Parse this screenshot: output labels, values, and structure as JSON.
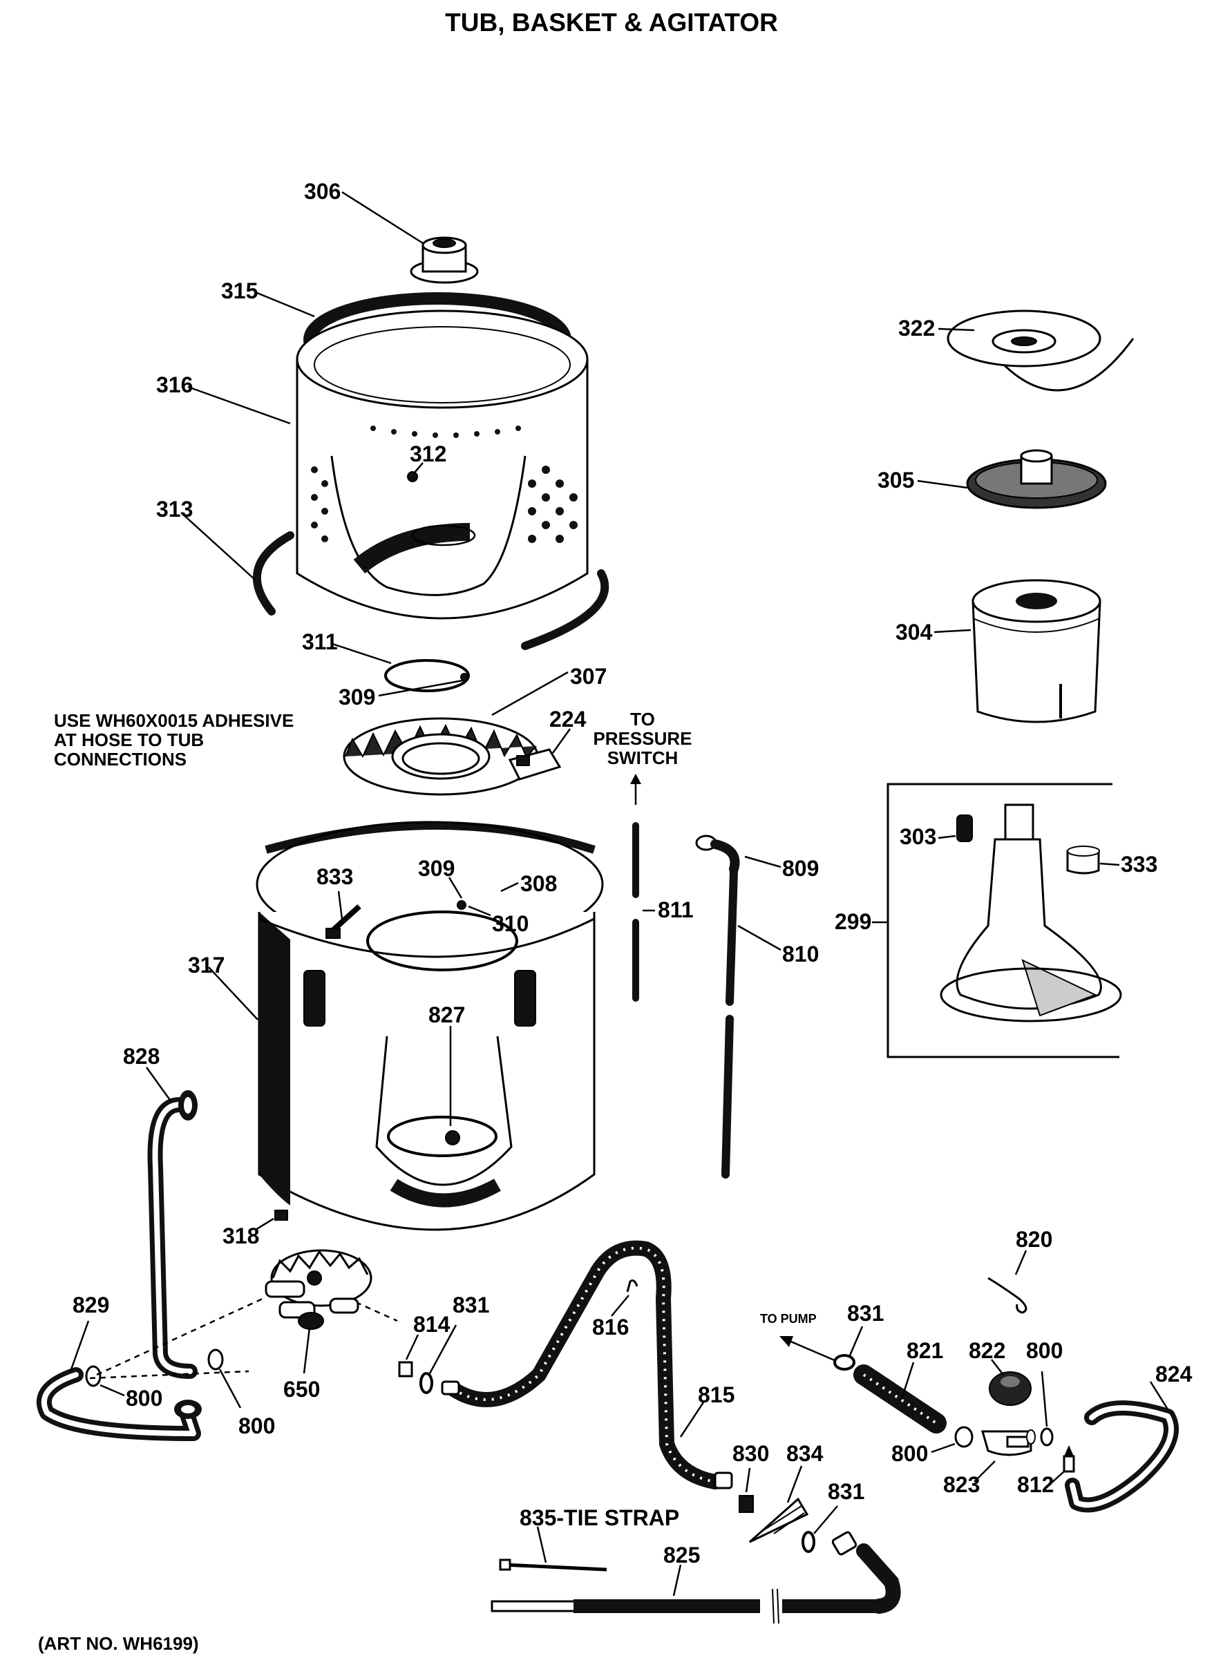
{
  "title": "TUB, BASKET & AGITATOR",
  "art_no": "(ART NO. WH6199)",
  "note_adhesive": [
    "USE WH60X0015 ADHESIVE",
    "AT HOSE TO TUB",
    "CONNECTIONS"
  ],
  "note_pressure": [
    "TO",
    "PRESSURE",
    "SWITCH"
  ],
  "note_pump": "TO PUMP",
  "labels": {
    "p306": "306",
    "p315": "315",
    "p316": "316",
    "p312": "312",
    "p313": "313",
    "p311": "311",
    "p309a": "309",
    "p307": "307",
    "p224": "224",
    "p322": "322",
    "p305": "305",
    "p304": "304",
    "p303": "303",
    "p333": "333",
    "p299": "299",
    "p833": "833",
    "p309b": "309",
    "p308": "308",
    "p310": "310",
    "p317": "317",
    "p827": "827",
    "p811": "811",
    "p809": "809",
    "p810": "810",
    "p828": "828",
    "p318": "318",
    "p829": "829",
    "p800a": "800",
    "p800b": "800",
    "p650": "650",
    "p814": "814",
    "p831a": "831",
    "p816": "816",
    "p815": "815",
    "p830": "830",
    "p834": "834",
    "p831b": "831",
    "p835": "835-TIE STRAP",
    "p825": "825",
    "p820": "820",
    "p831c": "831",
    "p821": "821",
    "p822": "822",
    "p800c": "800",
    "p824": "824",
    "p800d": "800",
    "p823": "823",
    "p812": "812"
  }
}
